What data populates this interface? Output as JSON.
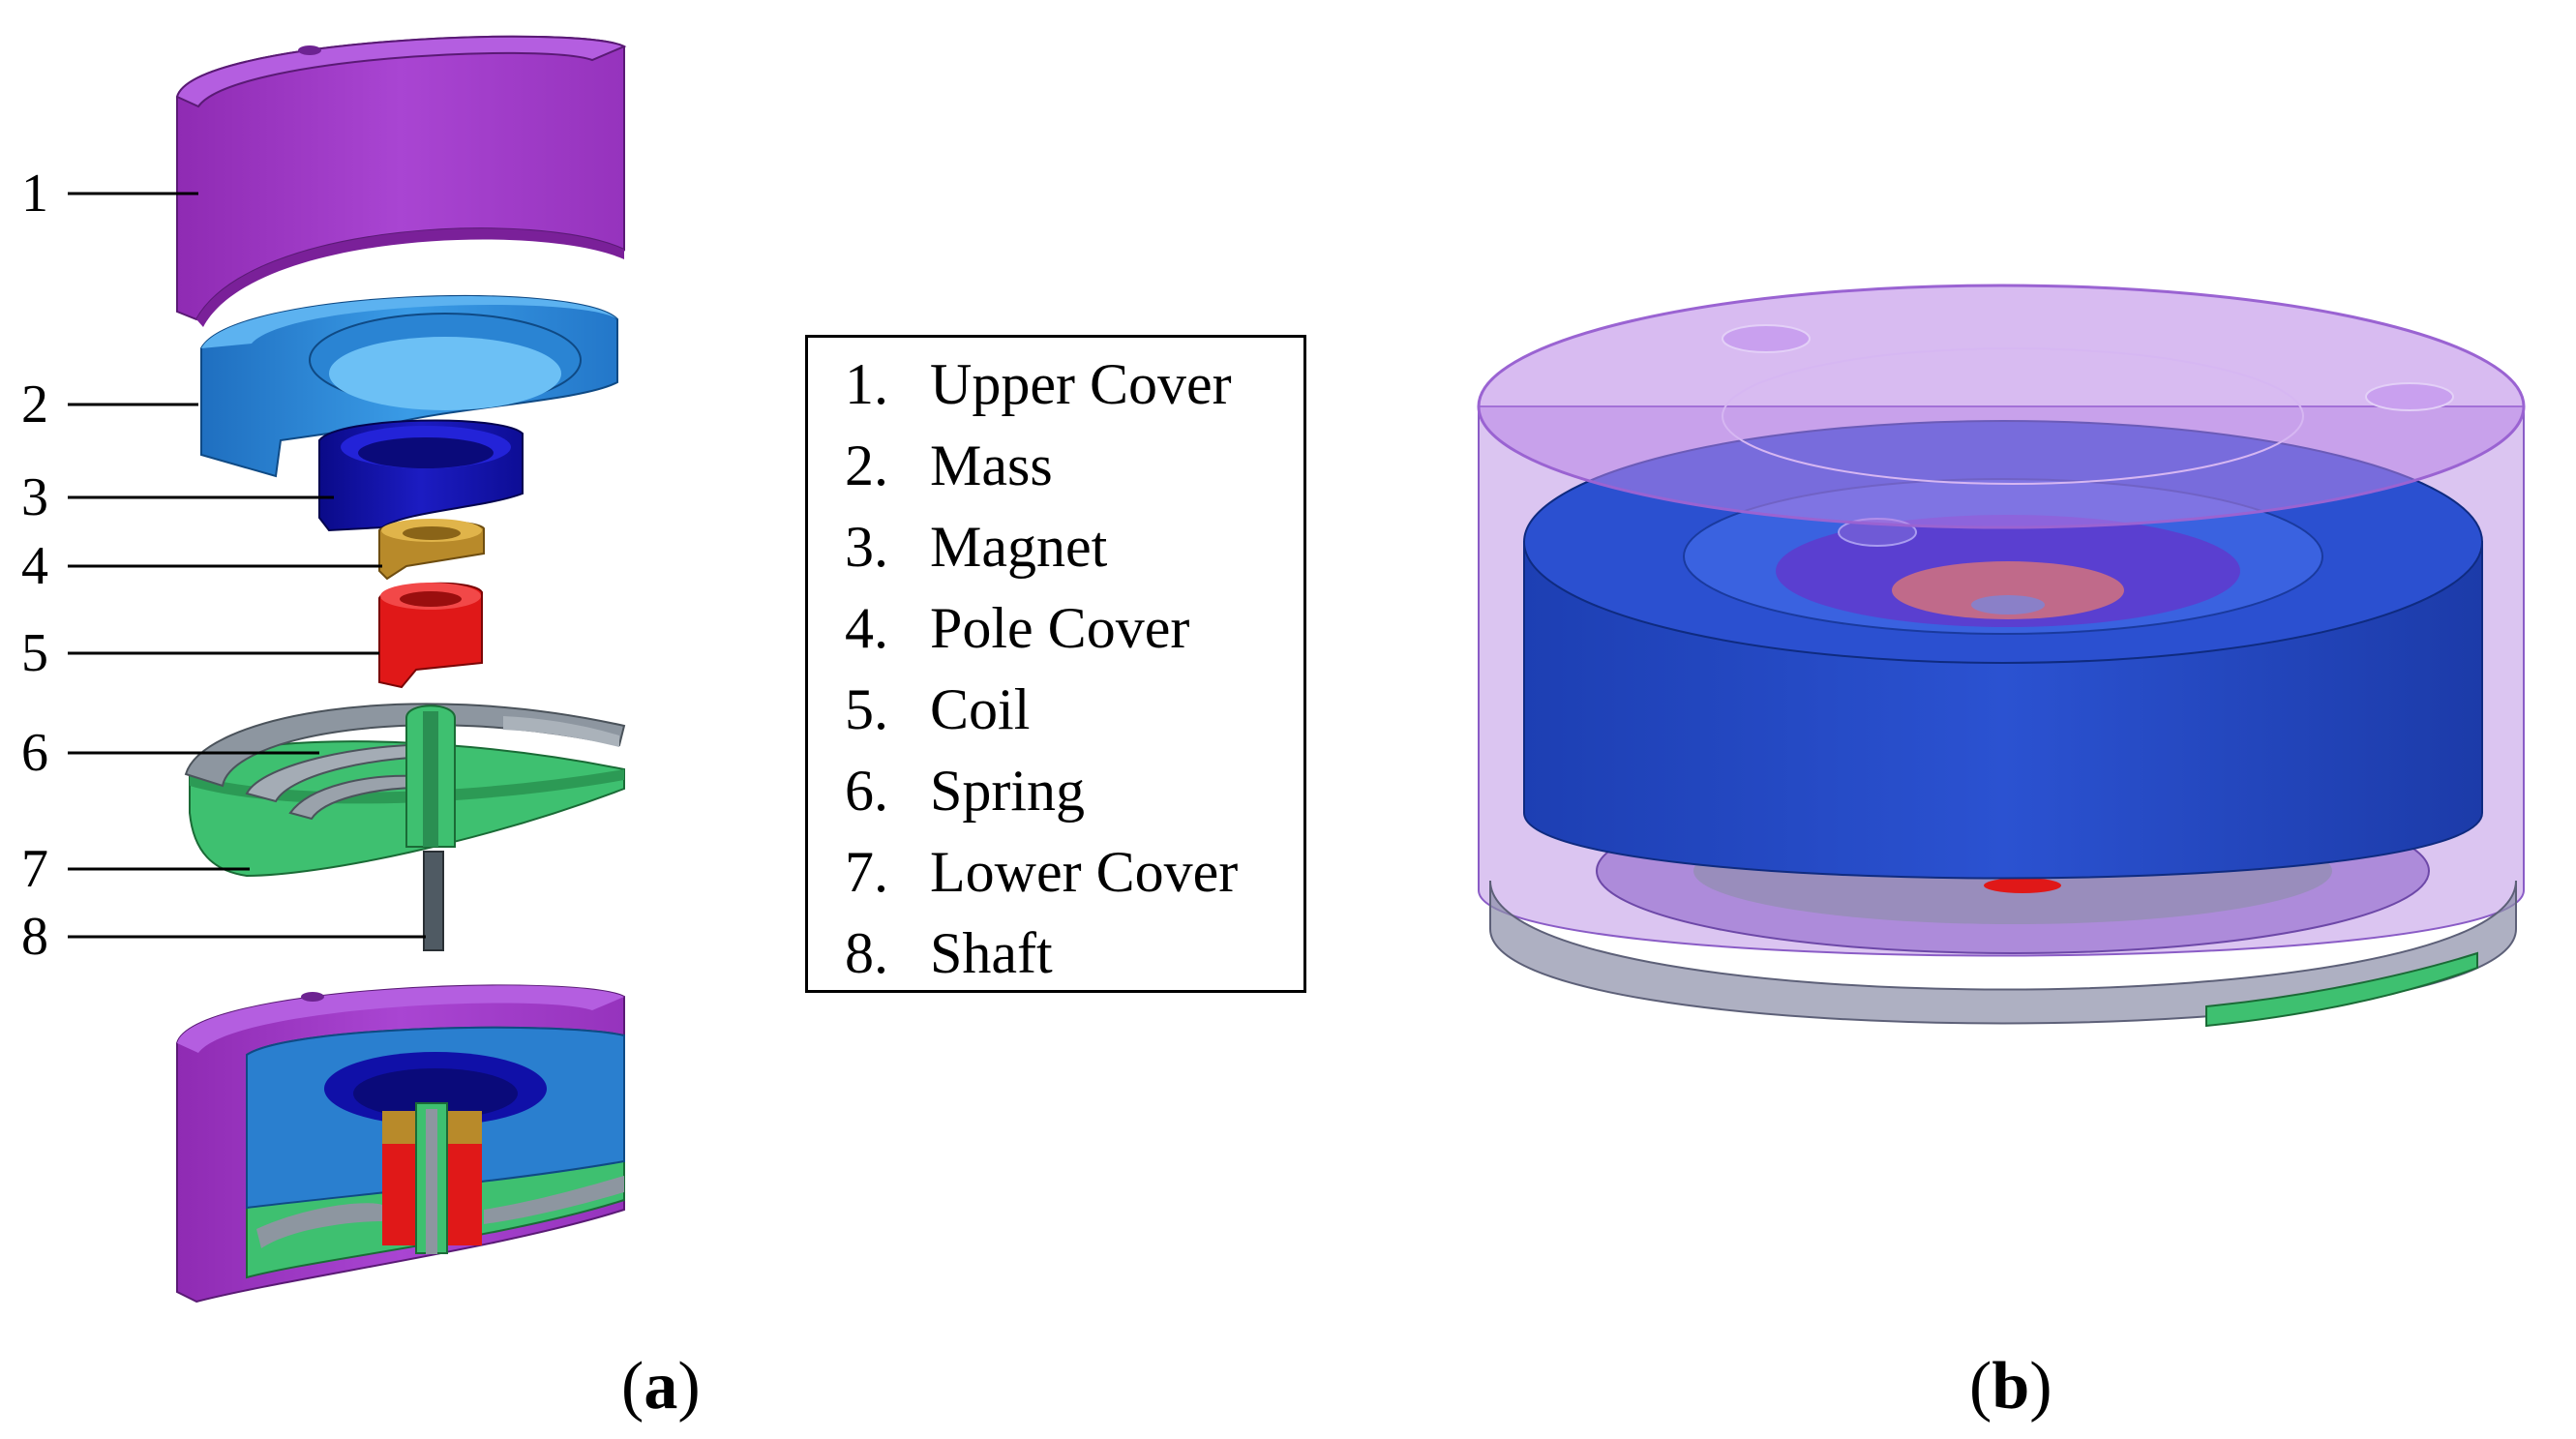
{
  "callouts": [
    "1",
    "2",
    "3",
    "4",
    "5",
    "6",
    "7",
    "8"
  ],
  "legend": [
    {
      "num": "1.",
      "label": "Upper Cover"
    },
    {
      "num": "2.",
      "label": "Mass"
    },
    {
      "num": "3.",
      "label": "Magnet"
    },
    {
      "num": "4.",
      "label": "Pole Cover"
    },
    {
      "num": "5.",
      "label": "Coil"
    },
    {
      "num": "6.",
      "label": "Spring"
    },
    {
      "num": "7.",
      "label": "Lower Cover"
    },
    {
      "num": "8.",
      "label": "Shaft"
    }
  ],
  "panels": {
    "a": {
      "open": "(",
      "letter": "a",
      "close": ")"
    },
    "b": {
      "open": "(",
      "letter": "b",
      "close": ")"
    }
  },
  "colors": {
    "upper_cover": "#a23bc9",
    "mass": "#2f8ee0",
    "magnet": "#1010a8",
    "pole_cover": "#b88a2a",
    "coil": "#e01818",
    "spring": "#8d96a0",
    "lower_cover": "#3ec070",
    "shaft": "#4f5a63"
  }
}
